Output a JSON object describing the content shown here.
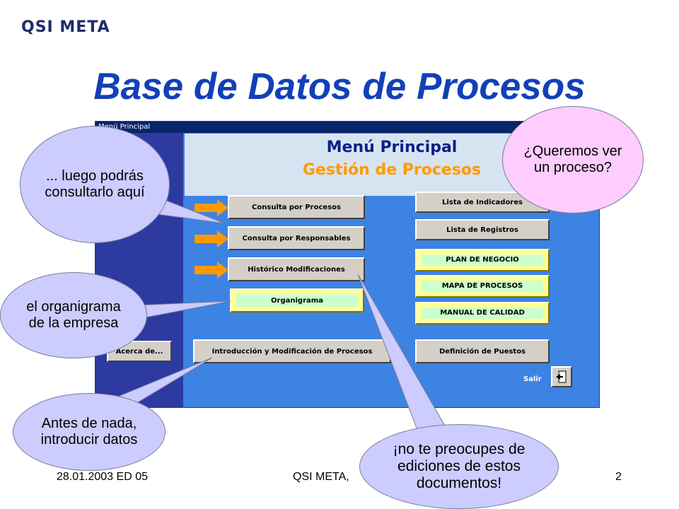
{
  "logo": {
    "text": "QSI META"
  },
  "slide": {
    "title": "Base de Datos de Procesos"
  },
  "window": {
    "title": "Menú Principal",
    "header_line1": "Menú Principal",
    "header_line2": "Gestión de Procesos"
  },
  "buttons": {
    "consulta_procesos": "Consulta por Procesos",
    "consulta_responsables": "Consulta por Responsables",
    "historico": "Histórico Modificaciones",
    "organigrama": "Organigrama",
    "acerca": "Acerca de...",
    "introduccion": "Introducción y Modificación de Procesos",
    "lista_indicadores": "Lista de Indicadores",
    "lista_registros": "Lista de Registros",
    "plan_negocio": "PLAN DE NEGOCIO",
    "mapa_procesos": "MAPA DE PROCESOS",
    "manual_calidad": "MANUAL DE CALIDAD",
    "definicion_puestos": "Definición de Puestos",
    "salir": "Salir"
  },
  "balloons": {
    "consultar": "... luego podrás consultarlo aquí",
    "queremos": "¿Queremos ver un proceso?",
    "organigrama": "el organigrama de la empresa",
    "antes": "Antes de nada, introducir datos",
    "no_preocupes": "¡no te preocupes de ediciones de estos documentos!"
  },
  "footer": {
    "left": "28.01.2003 ED 05",
    "center": "QSI META,",
    "page": "2"
  },
  "colors": {
    "title_blue": "#1240b8",
    "window_blue": "#3d83e3",
    "side_panel": "#2d3aa0",
    "arrow_orange": "#ff9900",
    "balloon_lavender": "#ccccff",
    "balloon_pink": "#ffccff"
  }
}
